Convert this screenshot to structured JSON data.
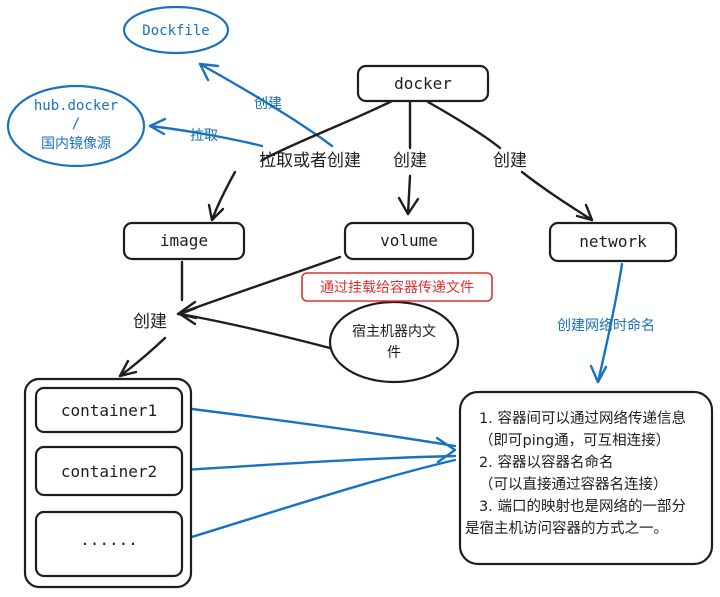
{
  "nodes": {
    "docker": "docker",
    "dockerfile": "Dockfile",
    "hub_line1": "hub.docker",
    "hub_line2": "/",
    "hub_line3": "国内镜像源",
    "image": "image",
    "volume": "volume",
    "network": "network",
    "host_files_line1": "宿主机器内文",
    "host_files_line2": "件",
    "container1": "container1",
    "container2": "container2",
    "container_more": "......"
  },
  "edge_labels": {
    "create_dockerfile": "创建",
    "pull": "拉取",
    "pull_or_create": "拉取或者创建",
    "create_volume": "创建",
    "create_network": "创建",
    "create_container": "创建",
    "volume_note": "通过挂载给容器传递文件",
    "network_note": "创建网络时命名"
  },
  "info_notes": [
    "1. 容器间可以通过网络传递信息",
    "（即可ping通，可互相连接）",
    "2. 容器以容器名命名",
    "（可以直接通过容器名连接）",
    "3. 端口的映射也是网络的一部分",
    "是宿主机访问容器的方式之一。"
  ],
  "colors": {
    "ink": "#1e1e1e",
    "blue": "#1971c2",
    "red": "#e03131"
  }
}
